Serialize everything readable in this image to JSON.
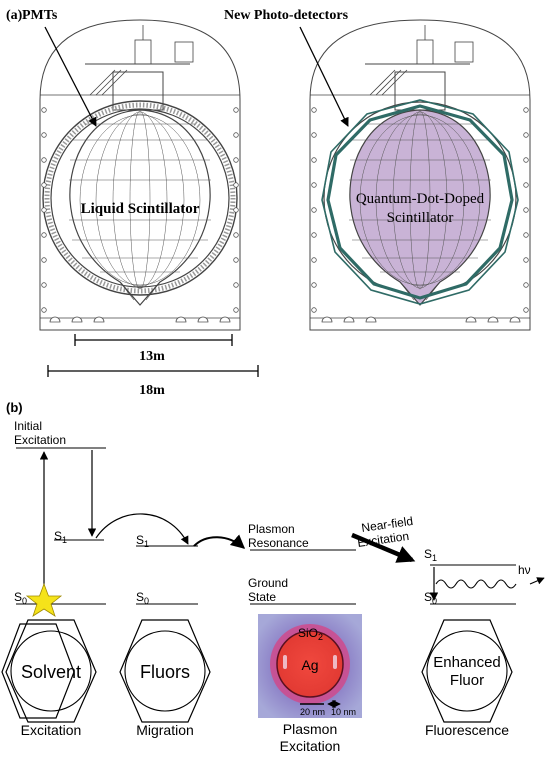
{
  "panel_a": {
    "label": "(a)",
    "left_pointer": "PMTs",
    "right_pointer": "New Photo-detectors",
    "left_sphere_label": "Liquid Scintillator",
    "right_sphere_line1": "Quantum-Dot-Doped",
    "right_sphere_line2": "Scintillator",
    "dim_inner": "13m",
    "dim_outer": "18m",
    "colors": {
      "qd_fill": "#c9b3d6",
      "detector_ring": "#2f6b66",
      "mesh": "#333333"
    }
  },
  "panel_b": {
    "label": "(b)",
    "initial_line1": "Initial",
    "initial_line2": "Excitation",
    "s1": "S",
    "s1_sub": "1",
    "s0": "S",
    "s0_sub": "0",
    "plasmon_line1": "Plasmon",
    "plasmon_line2": "Resonance",
    "ground_line1": "Ground",
    "ground_line2": "State",
    "near_field_line1": "Near-field",
    "near_field_line2": "Excitation",
    "hv": "hν",
    "sio2": "SiO",
    "sio2_sub": "2",
    "ag": "Ag",
    "scale_20": "20 nm",
    "scale_10": "10 nm",
    "hex_labels": [
      "Solvent",
      "Fluors"
    ],
    "hex_enhanced_line1": "Enhanced",
    "hex_enhanced_line2": "Fluor",
    "captions": [
      "Excitation",
      "Migration",
      "Plasmon",
      "Excitation",
      "Fluorescence"
    ],
    "colors": {
      "star": "#f5e31a",
      "ag_core": "#e8413a",
      "shell_bg": "#9a9ad0"
    }
  }
}
